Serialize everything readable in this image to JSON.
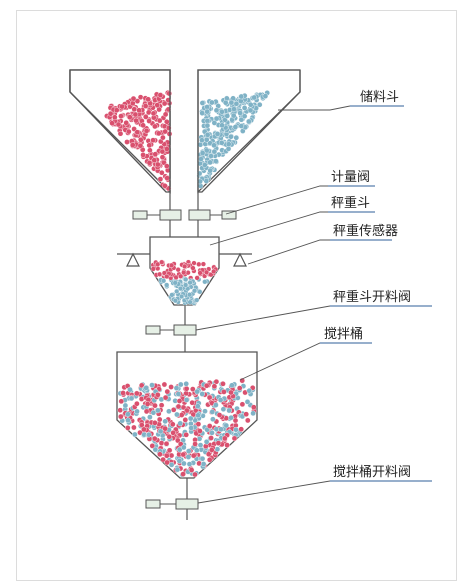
{
  "labels": {
    "storage_hopper": "储料斗",
    "metering_valve": "计量阀",
    "weighing_hopper": "秤重斗",
    "weight_sensor": "秤重传感器",
    "weighing_hopper_valve": "秤重斗开料阀",
    "mixing_drum": "搅拌桶",
    "mixing_drum_valve": "搅拌桶开料阀"
  },
  "colors": {
    "red_material": "#d9506e",
    "blue_material": "#7fb2c6",
    "outline": "#555555",
    "label_underline": "#2f5f9a",
    "valve_fill": "#e6f0e6"
  }
}
